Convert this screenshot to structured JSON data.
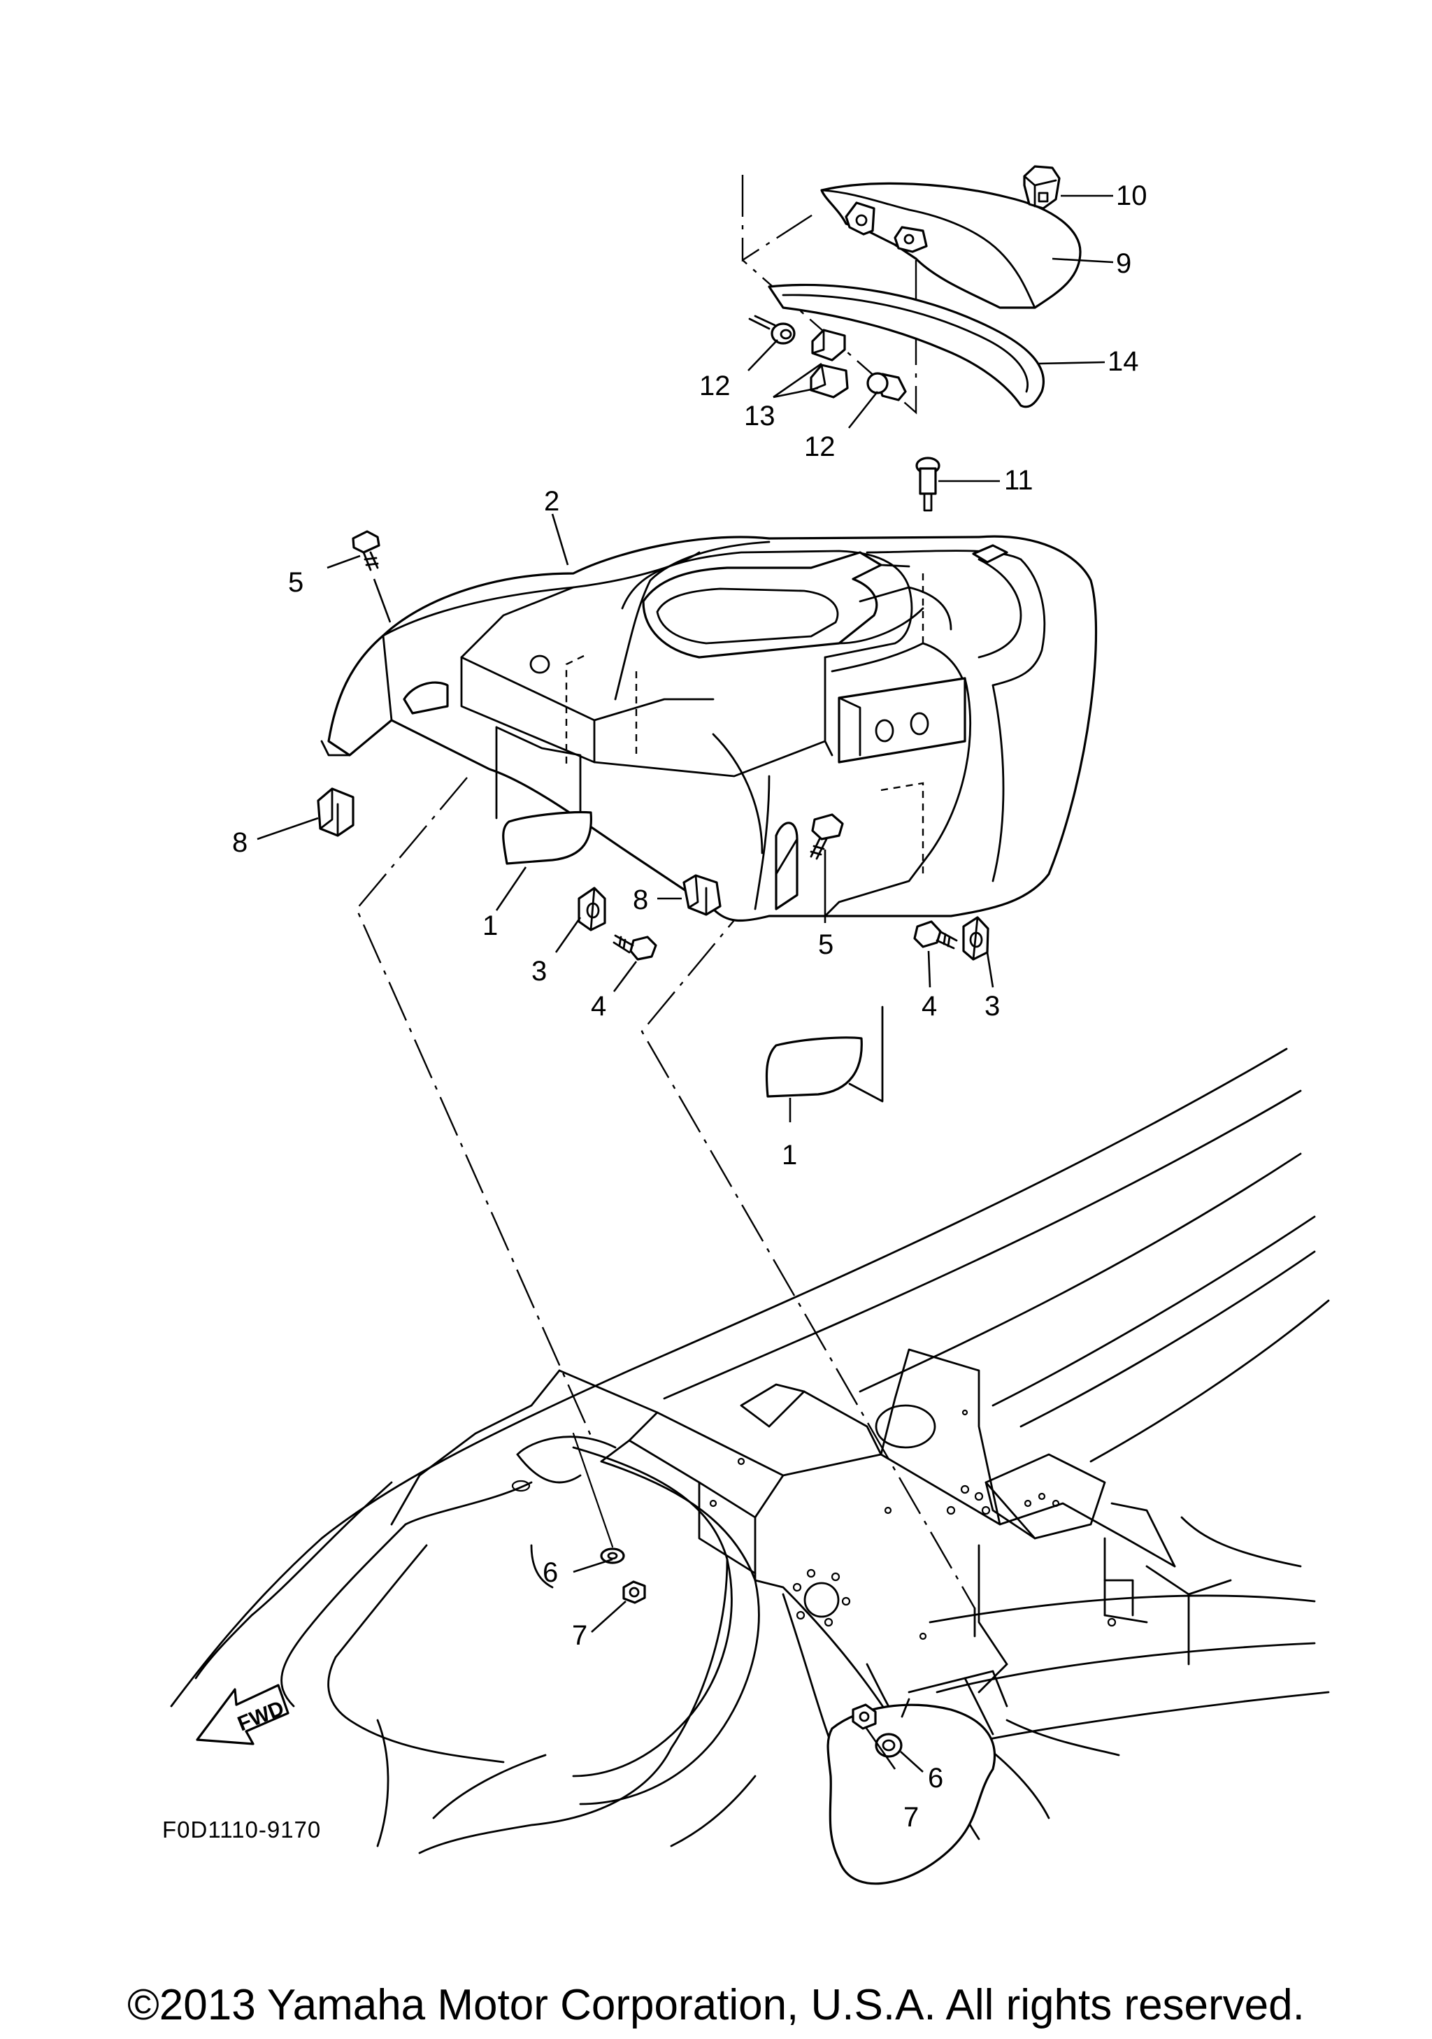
{
  "diagram": {
    "callouts": [
      {
        "id": "c-10",
        "label": "10"
      },
      {
        "id": "c-9",
        "label": "9"
      },
      {
        "id": "c-14",
        "label": "14"
      },
      {
        "id": "c-12a",
        "label": "12"
      },
      {
        "id": "c-13",
        "label": "13"
      },
      {
        "id": "c-12b",
        "label": "12"
      },
      {
        "id": "c-11",
        "label": "11"
      },
      {
        "id": "c-2",
        "label": "2"
      },
      {
        "id": "c-5a",
        "label": "5"
      },
      {
        "id": "c-8a",
        "label": "8"
      },
      {
        "id": "c-1a",
        "label": "1"
      },
      {
        "id": "c-3a",
        "label": "3"
      },
      {
        "id": "c-4a",
        "label": "4"
      },
      {
        "id": "c-8b",
        "label": "8"
      },
      {
        "id": "c-5b",
        "label": "5"
      },
      {
        "id": "c-4b",
        "label": "4"
      },
      {
        "id": "c-3b",
        "label": "3"
      },
      {
        "id": "c-1b",
        "label": "1"
      },
      {
        "id": "c-6a",
        "label": "6"
      },
      {
        "id": "c-7a",
        "label": "7"
      },
      {
        "id": "c-6b",
        "label": "6"
      },
      {
        "id": "c-7b",
        "label": "7"
      }
    ],
    "fwd_label": "FWD",
    "figure_code": "F0D1110-9170"
  },
  "footer": {
    "copyright": "©2013 Yamaha Motor Corporation, U.S.A. All rights reserved."
  }
}
